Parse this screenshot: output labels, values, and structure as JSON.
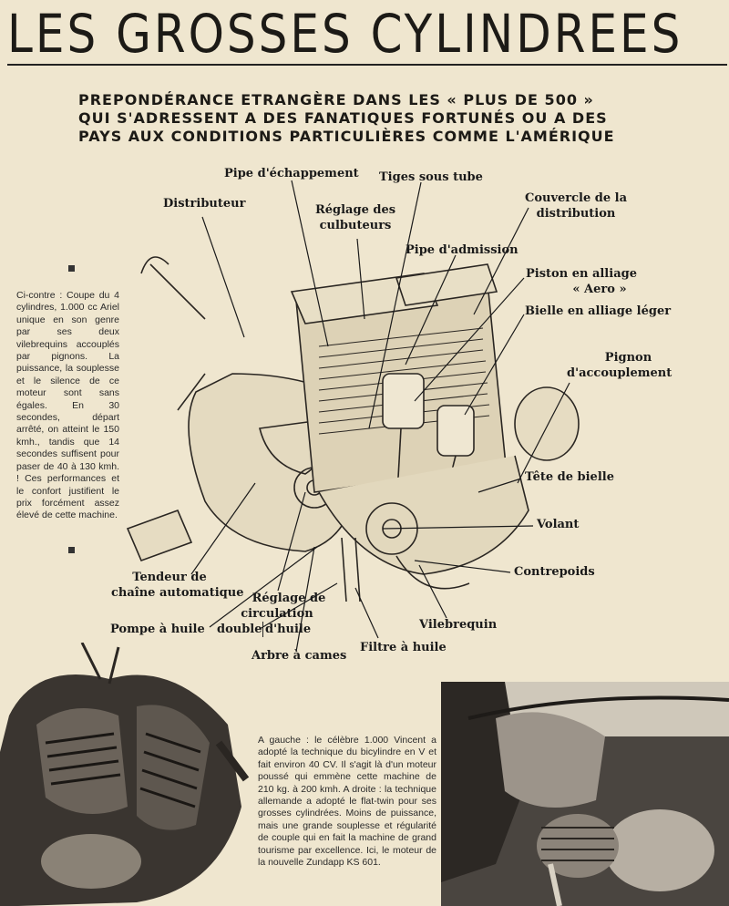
{
  "title": "LES GROSSES CYLINDREES",
  "subtitle": [
    "PREPONDÉRANCE ETRANGÈRE DANS LES « PLUS DE 500 »",
    "QUI S'ADRESSENT A DES FANATIQUES FORTUNÉS OU A DES",
    "PAYS AUX CONDITIONS PARTICULIÈRES COMME L'AMÉRIQUE"
  ],
  "labels": {
    "pipe_echappement": "Pipe d'échappement",
    "tiges": "Tiges sous tube",
    "distributeur": "Distributeur",
    "reglage_culb_1": "Réglage des",
    "reglage_culb_2": "culbuteurs",
    "couvercle_1": "Couvercle de la",
    "couvercle_2": "distribution",
    "pipe_admission": "Pipe d'admission",
    "piston_1": "Piston en alliage",
    "piston_2": "« Aero »",
    "bielle": "Bielle en alliage léger",
    "pignon_1": "Pignon",
    "pignon_2": "d'accouplement",
    "tete": "Tête de bielle",
    "volant": "Volant",
    "contrepoids": "Contrepoids",
    "tendeur_1": "Tendeur de",
    "tendeur_2": "chaîne automatique",
    "reglage_circ_1": "Réglage de",
    "reglage_circ_2": "circulation",
    "pompe": "Pompe à huile",
    "double": "double",
    "dhuile": "d'huile",
    "vilebrequin": "Vilebrequin",
    "filtre": "Filtre à huile",
    "arbre": "Arbre à cames"
  },
  "caption_left": "Ci-contre : Coupe du 4 cylindres, 1.000 cc Ariel unique en son genre par ses deux vilebrequins accouplés par pignons. La puissance, la souplesse et le silence de ce moteur sont sans égales. En 30 secondes, départ arrêté, on atteint le 150 kmh., tandis que 14 secondes suffisent pour paser de 40 à 130 kmh. ! Ces performances et le confort justifient le prix forcément assez élevé de cette machine.",
  "caption_bottom": "A gauche : le célèbre 1.000 Vincent a adopté la technique du bicylindre en V et fait environ 40 CV. Il s'agit là d'un moteur poussé qui emmène cette machine de 210 kg. à 200 kmh. A droite : la technique allemande a adopté le flat-twin pour ses grosses cylindrées. Moins de puissance, mais une grande souplesse et régularité de couple qui en fait la machine de grand tourisme par excellence. Ici, le moteur de la nouvelle Zundapp KS 601."
}
